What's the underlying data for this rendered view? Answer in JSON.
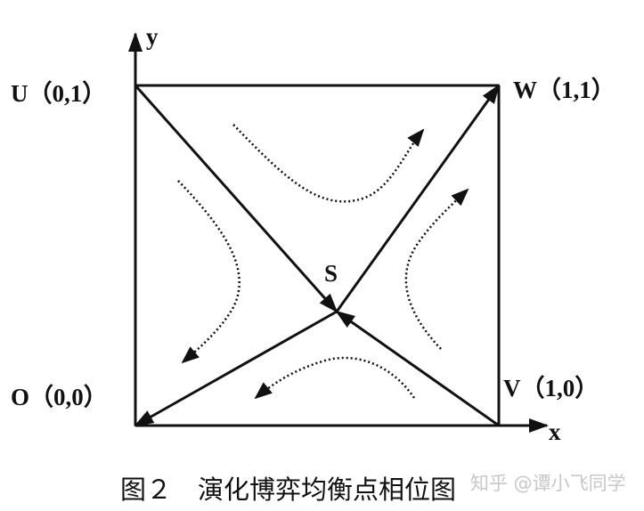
{
  "diagram": {
    "axis_x_label": "x",
    "axis_y_label": "y",
    "points": {
      "O": "O（0,0）",
      "U": "U（0,1）",
      "V": "V（1,0）",
      "W": "W（1,1）",
      "S": "S"
    },
    "caption": "图２　演化博弈均衡点相位图",
    "watermark": "知乎 @谭小飞同学"
  }
}
